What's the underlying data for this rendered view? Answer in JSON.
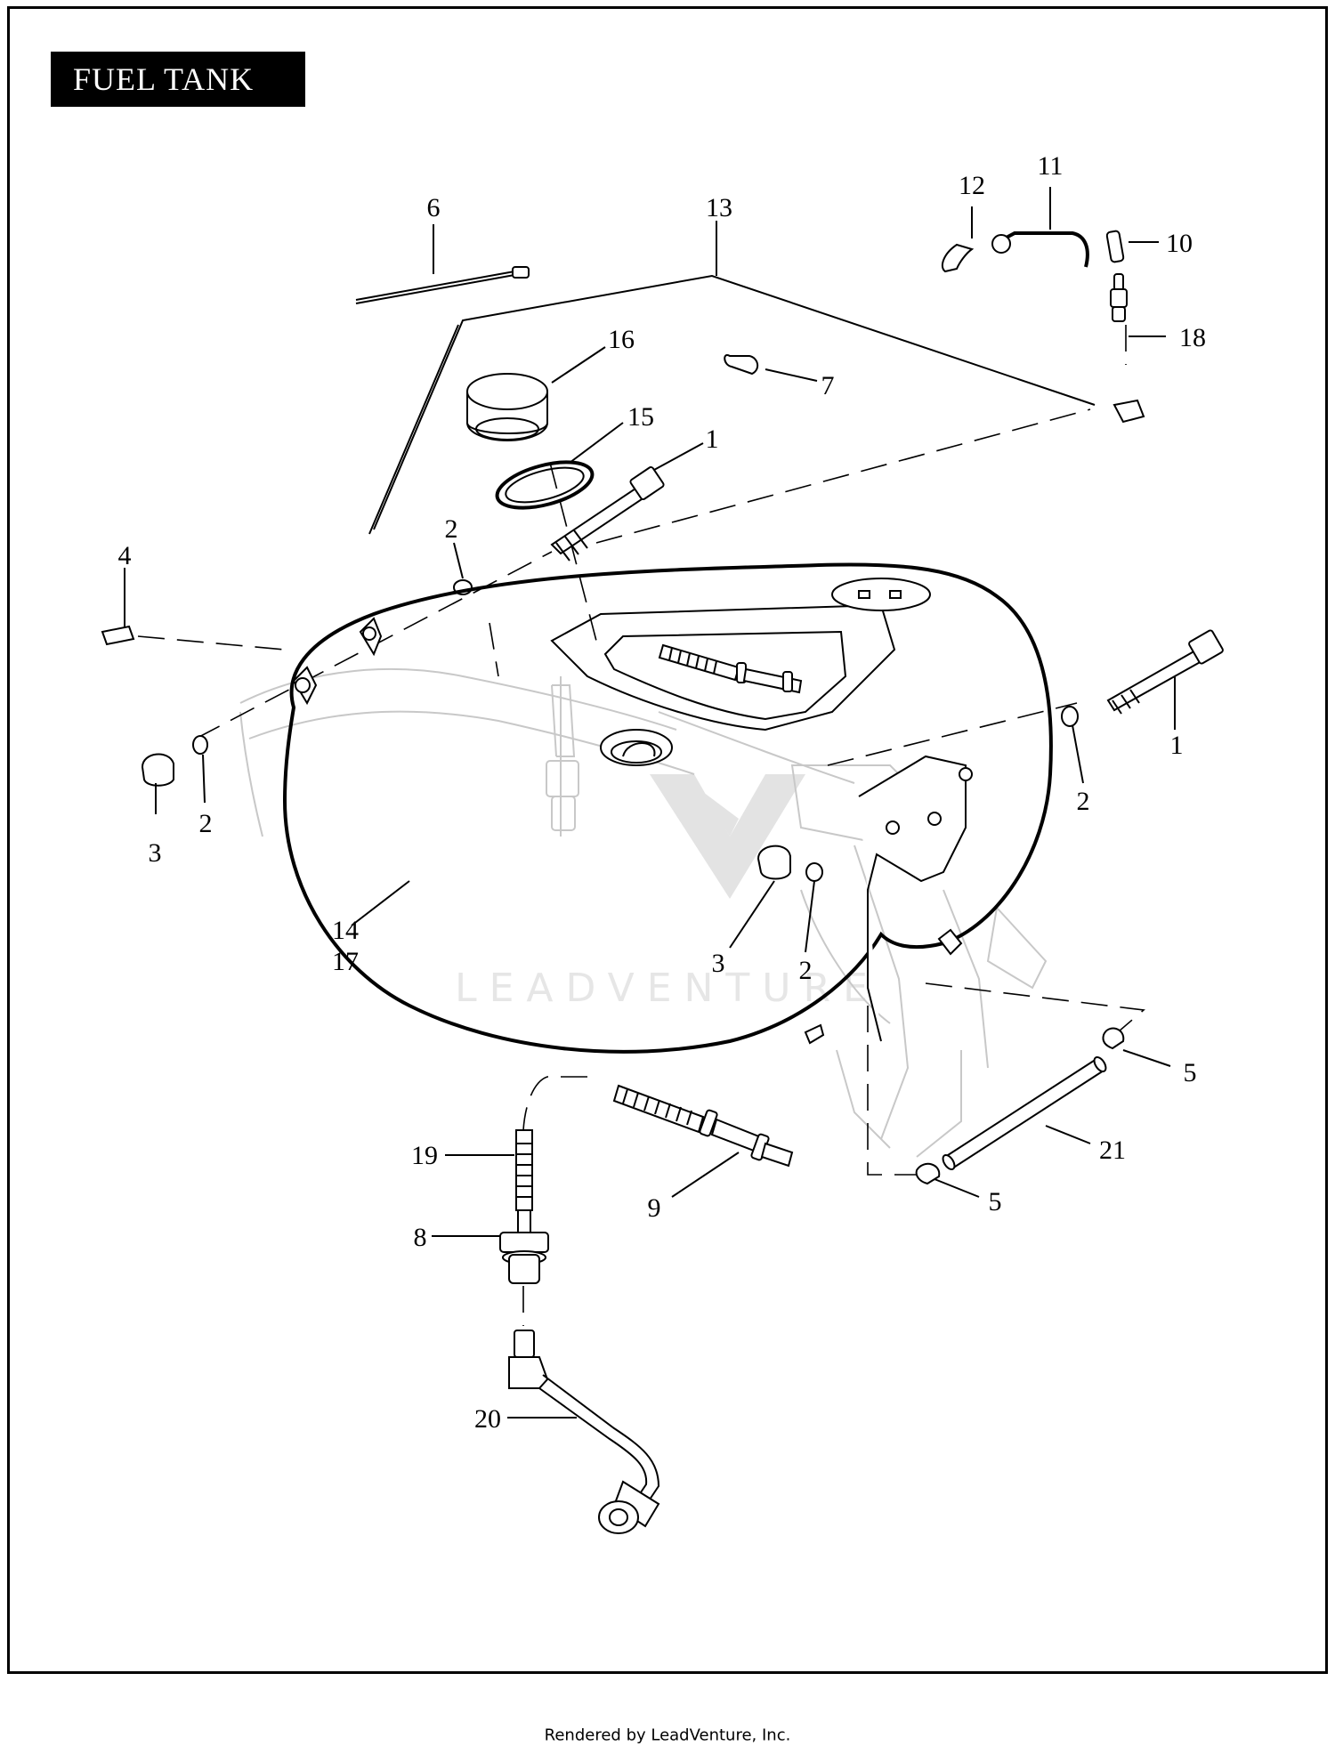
{
  "title": "FUEL TANK",
  "footer": "Rendered by LeadVenture, Inc.",
  "watermark": "LEADVENTURE",
  "callouts": {
    "c6": "6",
    "c13": "13",
    "c12": "12",
    "c11": "11",
    "c10": "10",
    "c18": "18",
    "c16": "16",
    "c7": "7",
    "c15": "15",
    "c1a": "1",
    "c2a": "2",
    "c4": "4",
    "c3a": "3",
    "c2b": "2",
    "c1b": "1",
    "c2c": "2",
    "c14": "14",
    "c17": "17",
    "c3b": "3",
    "c2d": "2",
    "c5a": "5",
    "c21": "21",
    "c19": "19",
    "c9": "9",
    "c5b": "5",
    "c8": "8",
    "c20": "20"
  }
}
